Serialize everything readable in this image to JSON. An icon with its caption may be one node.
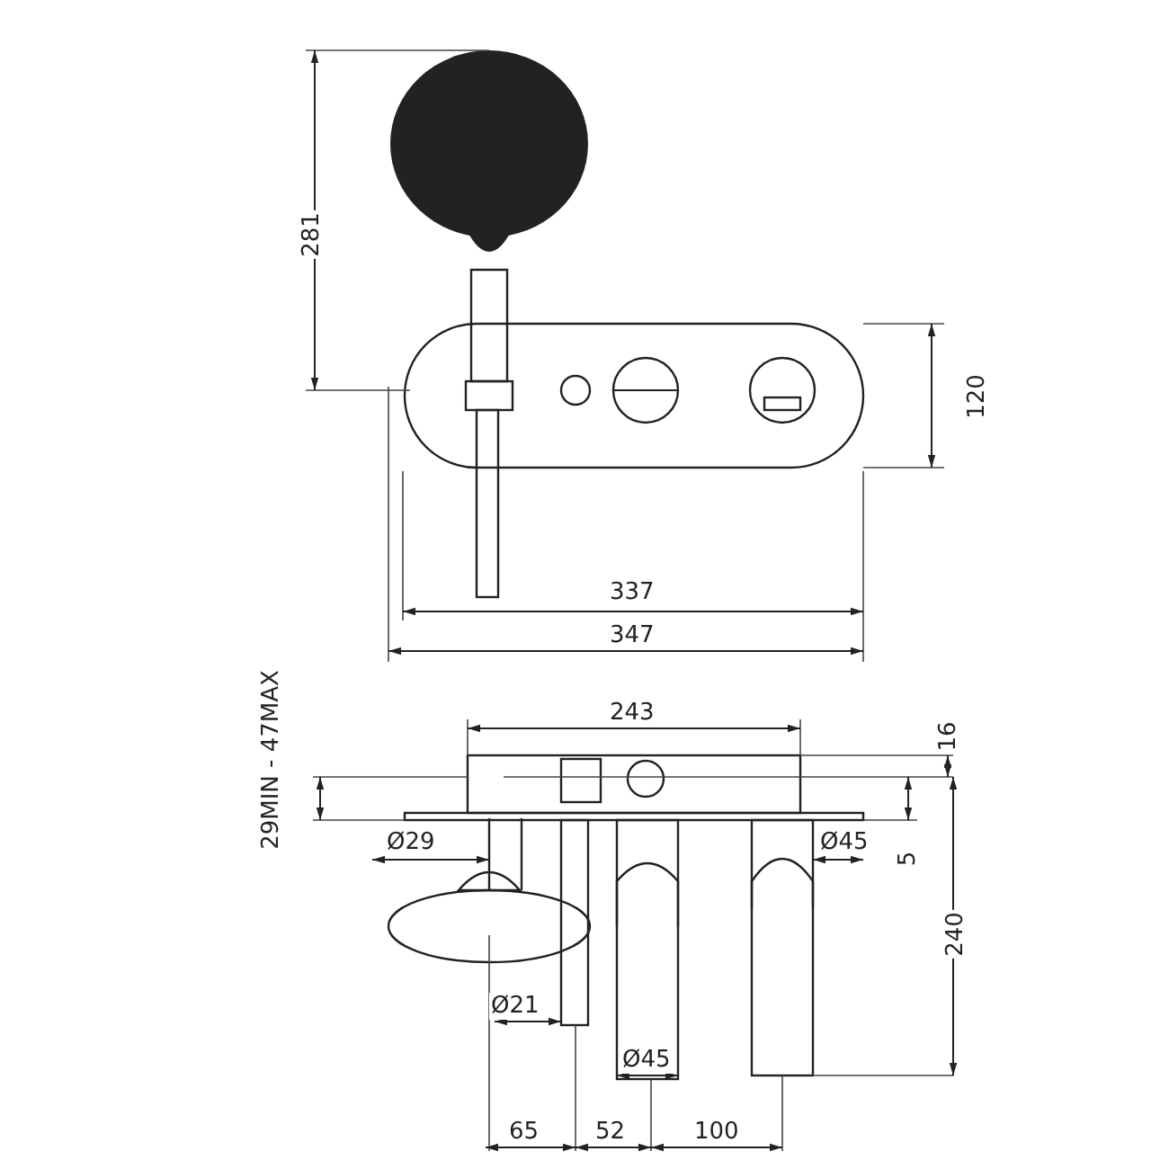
{
  "diagram": {
    "labels": [
      "281",
      "120",
      "337",
      "347",
      "243",
      "29MIN - 47MAX",
      "16",
      "Ø29",
      "Ø45",
      "5",
      "240",
      "Ø21",
      "Ø45",
      "65",
      "52",
      "100"
    ]
  }
}
